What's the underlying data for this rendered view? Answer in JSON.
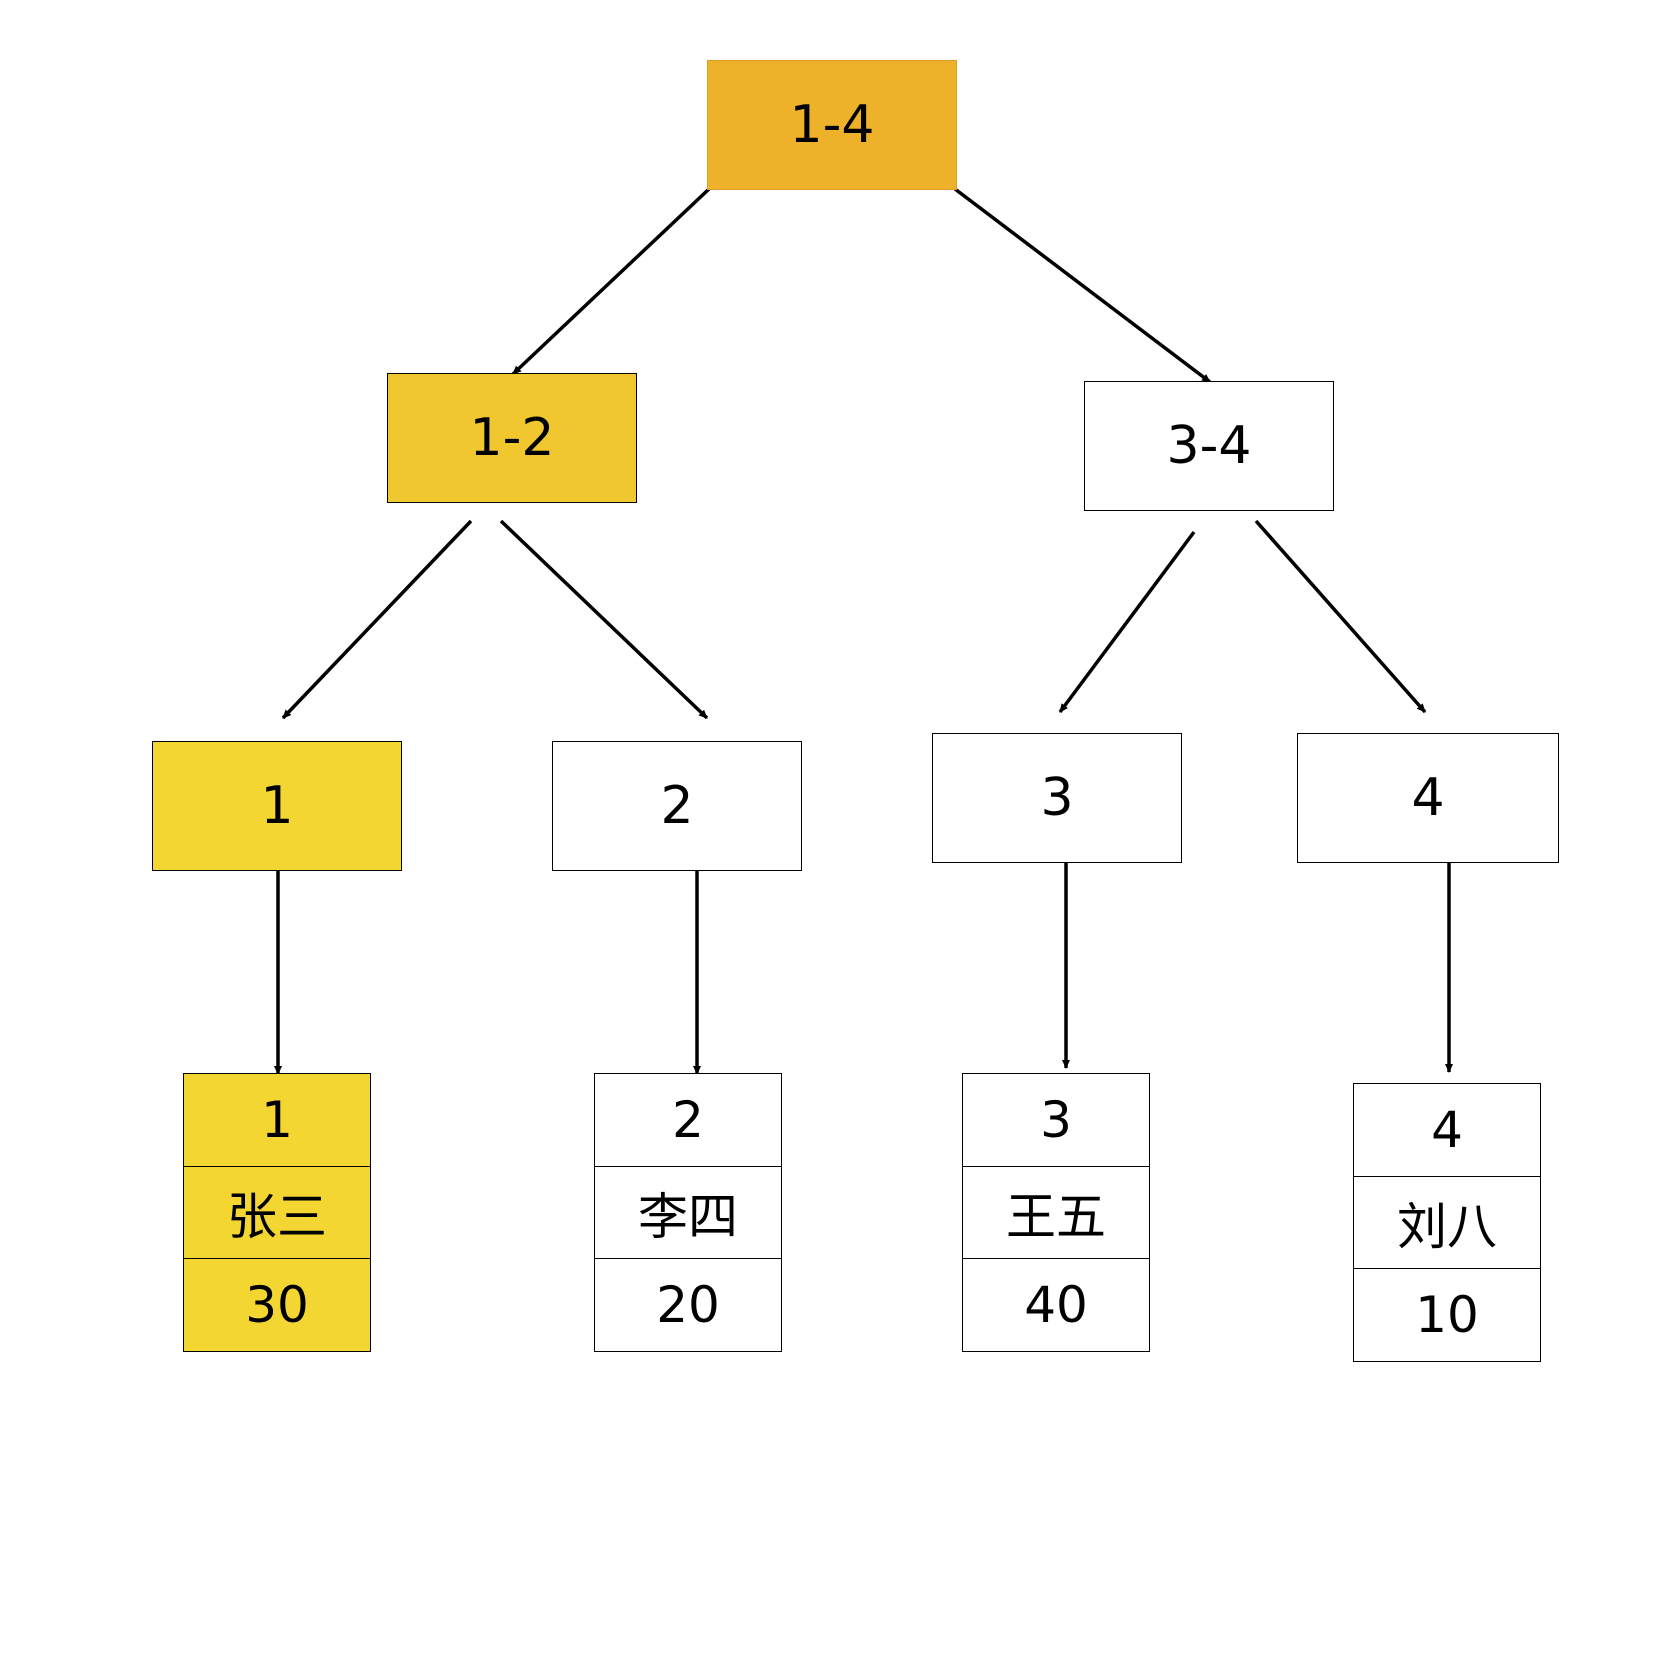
{
  "colors": {
    "root_fill": "#EDB229",
    "root_border": "#E39A2C",
    "path_fill_mid": "#F0C72E",
    "path_fill_leaf": "#F3D631",
    "plain_fill": "#FFFFFF",
    "line": "#000000"
  },
  "tree": {
    "root": {
      "label": "1-4",
      "highlighted": true
    },
    "level1": [
      {
        "label": "1-2",
        "highlighted": true
      },
      {
        "label": "3-4",
        "highlighted": false
      }
    ],
    "level2": [
      {
        "label": "1",
        "highlighted": true
      },
      {
        "label": "2",
        "highlighted": false
      },
      {
        "label": "3",
        "highlighted": false
      },
      {
        "label": "4",
        "highlighted": false
      }
    ]
  },
  "records": [
    {
      "id": "1",
      "name": "张三",
      "value": "30",
      "highlighted": true
    },
    {
      "id": "2",
      "name": "李四",
      "value": "20",
      "highlighted": false
    },
    {
      "id": "3",
      "name": "王五",
      "value": "40",
      "highlighted": false
    },
    {
      "id": "4",
      "name": "刘八",
      "value": "10",
      "highlighted": false
    }
  ]
}
